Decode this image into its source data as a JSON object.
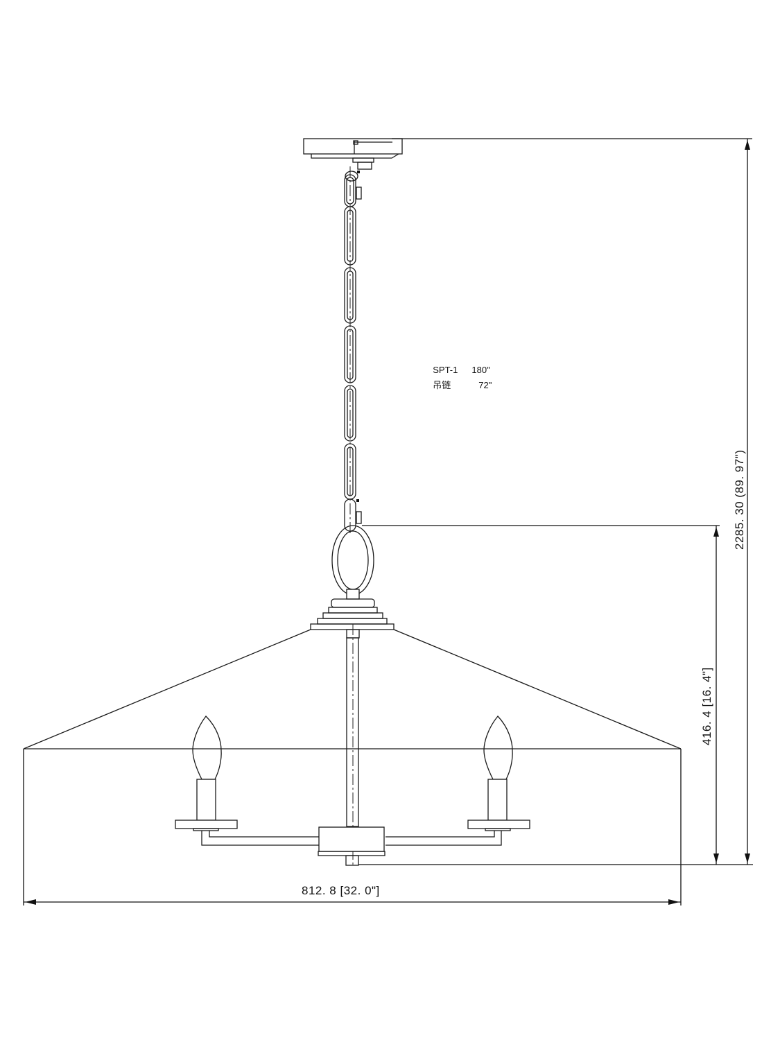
{
  "notes": {
    "cord_label": "SPT-1",
    "cord_length": "180\"",
    "chain_label": "吊链",
    "chain_length": "72\""
  },
  "dimensions": {
    "overall_height": "2285. 30 (89. 97\")",
    "body_height": "416. 4  [16. 4\"]",
    "width": "812. 8  [32. 0\"]"
  },
  "colors": {
    "line": "#1a1a1a",
    "background": "#ffffff"
  }
}
